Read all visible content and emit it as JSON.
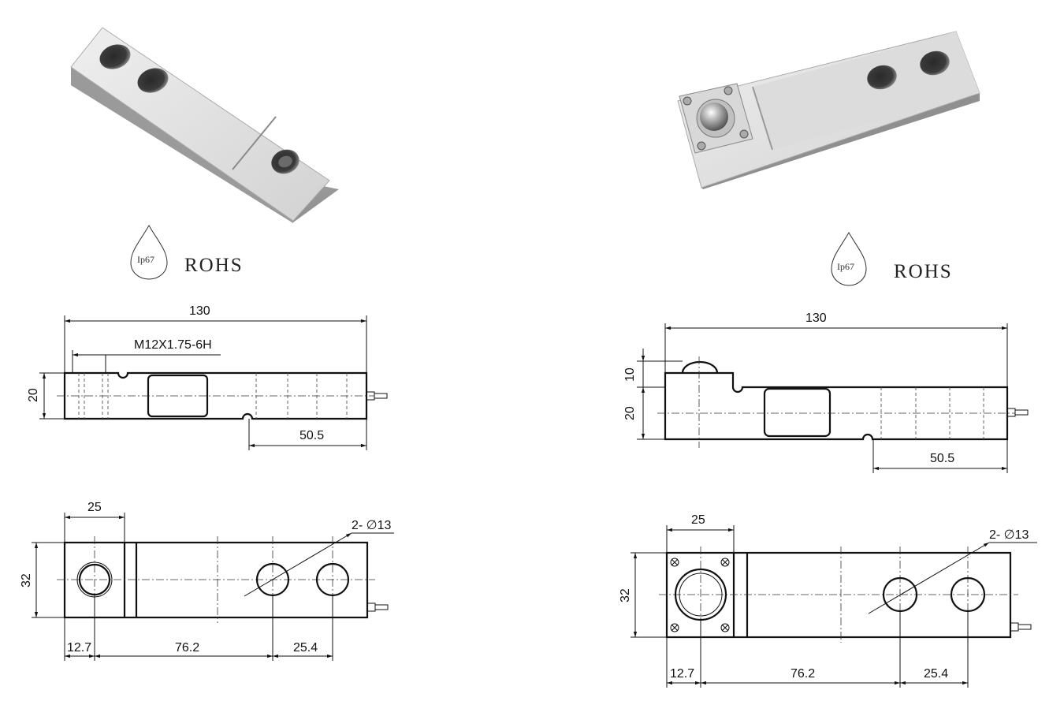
{
  "left": {
    "badge": {
      "ip": "Ip67",
      "rohs": "ROHS"
    },
    "side": {
      "length": "130",
      "thread": "M12X1.75-6H",
      "height": "20",
      "offset": "50.5"
    },
    "top": {
      "block_w": "25",
      "holes": "2- ∅13",
      "width": "32",
      "d1": "12.7",
      "d2": "76.2",
      "d3": "25.4"
    }
  },
  "right": {
    "badge": {
      "ip": "Ip67",
      "rohs": "ROHS"
    },
    "side": {
      "length": "130",
      "ball_h": "10",
      "height": "20",
      "offset": "50.5"
    },
    "top": {
      "block_w": "25",
      "holes": "2- ∅13",
      "width": "32",
      "d1": "12.7",
      "d2": "76.2",
      "d3": "25.4"
    }
  },
  "colors": {
    "metal_light": "#e4e4e4",
    "metal_mid": "#c9c9c9",
    "metal_dark": "#8c8c8c",
    "line": "#111111"
  }
}
